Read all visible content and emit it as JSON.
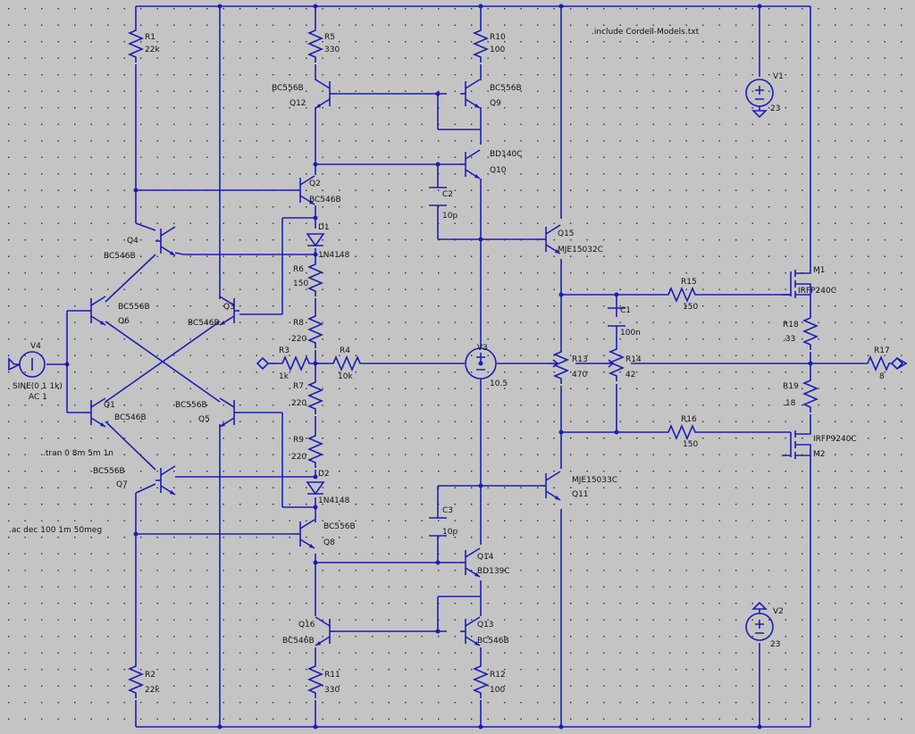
{
  "colors": {
    "background": "#c4c4c4",
    "wire": "#1c1cb6",
    "text": "#111111",
    "grid": "#2a2a2a"
  },
  "directives": {
    "include": ".include Cordell-Models.txt",
    "tran": ".tran 0 8m 5m 1n",
    "ac": ".ac dec 100 1m 50meg"
  },
  "labels": {
    "R1": "R1",
    "R1v": "22k",
    "R2": "R2",
    "R2v": "22k",
    "R5": "R5",
    "R5v": "330",
    "R10": "R10",
    "R10v": "100",
    "R11": "R11",
    "R11v": "330",
    "R12": "R12",
    "R12v": "100",
    "R6": "R6",
    "R6v": "150",
    "R8": "R8",
    "R8v": "220",
    "R7": "R7",
    "R7v": "220",
    "R9": "R9",
    "R9v": "220",
    "R3": "R3",
    "R3v": "1k",
    "R4": "R4",
    "R4v": "10k",
    "R13": "R13",
    "R13v": "470",
    "R14": "R14",
    "R14v": "42",
    "R15": "R15",
    "R15v": "150",
    "R16": "R16",
    "R16v": "150",
    "R17": "R17",
    "R17v": "8",
    "R18": "R18",
    "R18v": ".33",
    "R19": "R19",
    "R19v": ".18",
    "C1": "C1",
    "C1v": "100n",
    "C2": "C2",
    "C2v": "10p",
    "C3": "C3",
    "C3v": "10p",
    "D1": "D1",
    "D1v": "1N4148",
    "D2": "D2",
    "D2v": "1N4148",
    "V1": "V1",
    "V1v": "23",
    "V2": "V2",
    "V2v": "23",
    "V3": "V3",
    "V3v": "10.5",
    "V4": "V4",
    "V4v1": "SINE(0 1 1k)",
    "V4v2": "AC 1",
    "M1": "M1",
    "M1v": "IRFP240C",
    "M2": "M2",
    "M2v": "IRFP9240C",
    "Q1": "Q1",
    "Q1v": "BC546B",
    "Q2": "Q2",
    "Q2v": "BC546B",
    "Q3": "Q3",
    "Q3v": "BC546B",
    "Q4": "Q4",
    "Q4v": "BC546B",
    "Q5": "Q5",
    "Q5v": "BC556B",
    "Q6": "Q6",
    "Q6v": "BC556B",
    "Q7": "Q7",
    "Q7v": "BC556B",
    "Q8": "Q8",
    "Q8v": "BC556B",
    "Q9": "Q9",
    "Q9v": "BC556B",
    "Q10": "Q10",
    "Q10v": "BD140C",
    "Q11": "Q11",
    "Q11v": "MJE15033C",
    "Q12": "Q12",
    "Q12v": "BC556B",
    "Q13": "Q13",
    "Q13v": "BC546B",
    "Q14": "Q14",
    "Q14v": "BD139C",
    "Q15": "Q15",
    "Q15v": "MJE15032C",
    "Q16": "Q16",
    "Q16v": "BC546B"
  }
}
